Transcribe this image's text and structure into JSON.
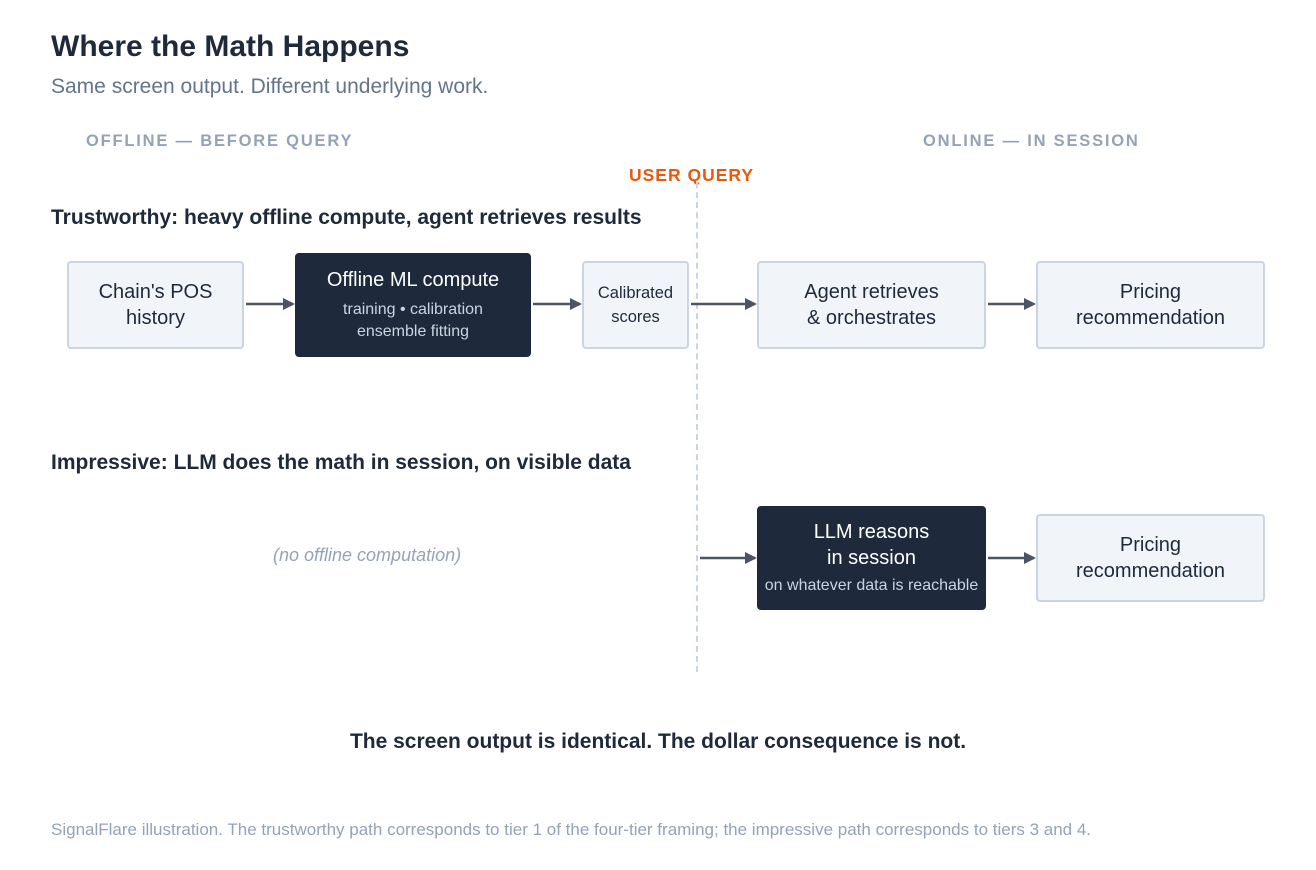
{
  "header": {
    "title": "Where the Math Happens",
    "subtitle": "Same screen output. Different underlying work."
  },
  "phases": {
    "offline": "OFFLINE — BEFORE QUERY",
    "online": "ONLINE — IN SESSION",
    "query": "USER QUERY"
  },
  "trustworthy": {
    "heading": "Trustworthy: heavy offline compute, agent retrieves results",
    "nodes": {
      "pos_history": "Chain's POS\nhistory",
      "offline_ml": "Offline ML compute",
      "offline_ml_sub": "training • calibration\nensemble fitting",
      "calibrated": "Calibrated\nscores",
      "agent": "Agent retrieves\n& orchestrates",
      "pricing": "Pricing\nrecommendation"
    }
  },
  "impressive": {
    "heading": "Impressive: LLM does the math in session, on visible data",
    "note": "(no offline computation)",
    "nodes": {
      "llm": "LLM reasons\nin session",
      "llm_sub": "on whatever data is reachable",
      "pricing": "Pricing\nrecommendation"
    }
  },
  "conclusion": "The screen output is identical. The dollar consequence is not.",
  "footer": "SignalFlare illustration. The trustworthy path corresponds to tier 1 of the four-tier framing; the impressive path corresponds to tiers 3 and 4.",
  "colors": {
    "dark_box": "#1e293b",
    "light_box": "#f1f5f9",
    "box_border": "#cbd5e1",
    "accent": "#ea580c",
    "muted": "#94a3b8",
    "arrow": "#4b5563"
  }
}
